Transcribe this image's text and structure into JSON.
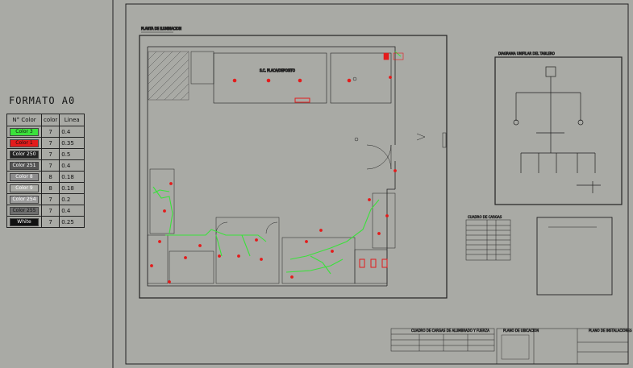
{
  "legend": {
    "title": "FORMATO A0",
    "headers": [
      "N° Color",
      "color",
      "Linea"
    ],
    "rows": [
      {
        "label": "Color  3",
        "color": "7",
        "linea": "0.4",
        "swatch": "#3be13b",
        "text": "#111111"
      },
      {
        "label": "Color  1",
        "color": "7",
        "linea": "0.35",
        "swatch": "#e41b1b",
        "text": "#111111"
      },
      {
        "label": "Color  250",
        "color": "7",
        "linea": "0.5",
        "swatch": "#222222",
        "text": "#ffffff"
      },
      {
        "label": "Color  251",
        "color": "7",
        "linea": "0.4",
        "swatch": "#555555",
        "text": "#ffffff"
      },
      {
        "label": "Color  8",
        "color": "8",
        "linea": "0.18",
        "swatch": "#8d8d8d",
        "text": "#ffffff"
      },
      {
        "label": "Color  9",
        "color": "8",
        "linea": "0.18",
        "swatch": "#a9aaa5",
        "text": "#ffffff"
      },
      {
        "label": "Color  254",
        "color": "7",
        "linea": "0.2",
        "swatch": "#9c9c9c",
        "text": "#ffffff"
      },
      {
        "label": "Color  255",
        "color": "7",
        "linea": "0.4",
        "swatch": "#6e6e6e",
        "text": "#111111"
      },
      {
        "label": "White",
        "color": "7",
        "linea": "0.25",
        "swatch": "#111111",
        "text": "#ffffff"
      }
    ]
  },
  "drawing": {
    "plan_title": "PLANTA DE ILUMINACION",
    "diagram_title": "DIAGRAMA UNIFILAR DEL TABLERO",
    "schedule_title": "CUADRO DE CARGAS",
    "bottom_table_title": "CUADRO DE CARGAS DE ALUMBRADO Y FUERZA",
    "keyplan_title": "PLANO DE UBICACION",
    "title_block_title": "PLANO DE INSTALACIONES",
    "area_label": "S.C. PLACA/DEPOSITO"
  },
  "colors": {
    "background": "#a9aaa5",
    "line": "#222222",
    "green": "#3be13b",
    "red": "#e41b1b"
  }
}
